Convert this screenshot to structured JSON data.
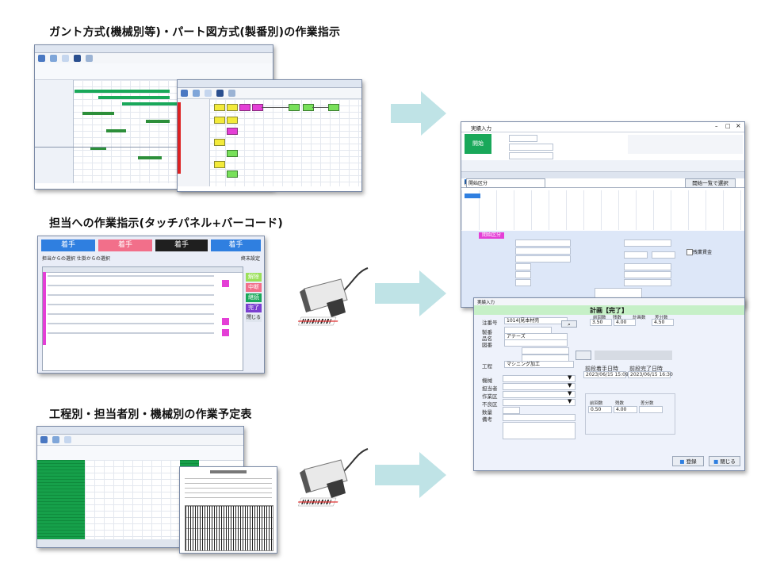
{
  "headings": {
    "gantt": "ガント方式(機械別等)・パート図方式(製番別)の作業指示",
    "touch": "担当への作業指示(タッチパネル+バーコード)",
    "schedule": "工程別・担当者別・機械別の作業予定表"
  },
  "touch_panel": {
    "tabs": [
      "着手",
      "着手",
      "着手",
      "着手"
    ],
    "right_label": "終末設定",
    "subtitle": "担当からの選択 仕掛からの選択",
    "buttons": {
      "release": "解除",
      "interrupt": "中断",
      "continue": "継続",
      "complete": "完了",
      "close": "閉じる"
    }
  },
  "work_entry": {
    "title": "実績入力",
    "start_button": "開始",
    "menu_label": "開始区分",
    "row_start": "開始",
    "section_label": "開始区分",
    "checkbox_label": "残業賃金",
    "list_button": "開始一覧で選択"
  },
  "completion": {
    "title": "実績入力",
    "plan_header": "計画【完了】",
    "col_headers": [
      "前回数",
      "残数",
      "計画数",
      "差分数"
    ],
    "plan_values": [
      "3.50",
      "4.00",
      "4.50"
    ],
    "order_no_label": "注番号",
    "order_no_value": "1014|見本材売",
    "item_code_label": "製番",
    "item_name_label": "品名",
    "item_name_value": "アテーズ",
    "drawing_label": "図番",
    "process_label": "工程",
    "process_value": "マシニング加工",
    "start_label": "前段着手日時",
    "end_label": "前段完了日時",
    "start_value": "2023/06/15 15:09",
    "end_value": "2023/06/15 16:30",
    "machine_label": "機械",
    "worker_label": "担当者",
    "work_label": "作業区",
    "defect_label": "不良区",
    "qty_label": "数量",
    "note_label": "備考",
    "summary_headers": [
      "前回数",
      "残数",
      "差分数"
    ],
    "summary_values": [
      "0.50",
      "4.00"
    ],
    "register_button": "登録",
    "close_button": "閉じる"
  }
}
